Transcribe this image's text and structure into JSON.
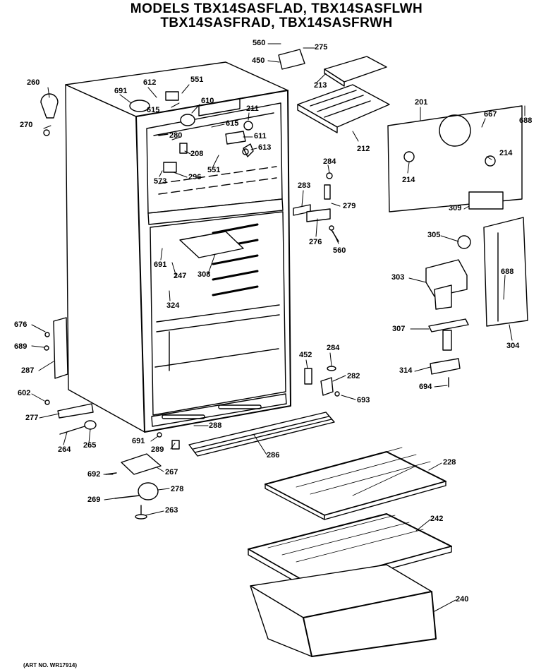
{
  "title": {
    "line1": "MODELS TBX14SASFLAD, TBX14SASFLWH",
    "line2": "TBX14SASFRAD, TBX14SASFRWH"
  },
  "art_number": "(ART NO. WR17914)",
  "callouts": {
    "c560a": "560",
    "c275": "275",
    "c450": "450",
    "c213": "213",
    "c260": "260",
    "c612": "612",
    "c551a": "551",
    "c691a": "691",
    "c610": "610",
    "c615a": "615",
    "c211": "211",
    "c270": "270",
    "c280": "280",
    "c615b": "615",
    "c611": "611",
    "c208": "208",
    "c613": "613",
    "c551b": "551",
    "c573": "573",
    "c296": "296",
    "c212": "212",
    "c201": "201",
    "c667": "667",
    "c688a": "688",
    "c214a": "214",
    "c214b": "214",
    "c284a": "284",
    "c283": "283",
    "c279": "279",
    "c276": "276",
    "c560b": "560",
    "c309": "309",
    "c305": "305",
    "c691b": "691",
    "c247": "247",
    "c308": "308",
    "c324": "324",
    "c303": "303",
    "c688b": "688",
    "c676": "676",
    "c689": "689",
    "c287": "287",
    "c307": "307",
    "c304": "304",
    "c452": "452",
    "c284b": "284",
    "c282": "282",
    "c314": "314",
    "c694": "694",
    "c693": "693",
    "c602": "602",
    "c277": "277",
    "c288a": "288",
    "c691c": "691",
    "c264": "264",
    "c265": "265",
    "c289": "289",
    "c286": "286",
    "c228": "228",
    "c692": "692",
    "c267": "267",
    "c269": "269",
    "c278": "278",
    "c263": "263",
    "c242": "242",
    "c240": "240"
  }
}
